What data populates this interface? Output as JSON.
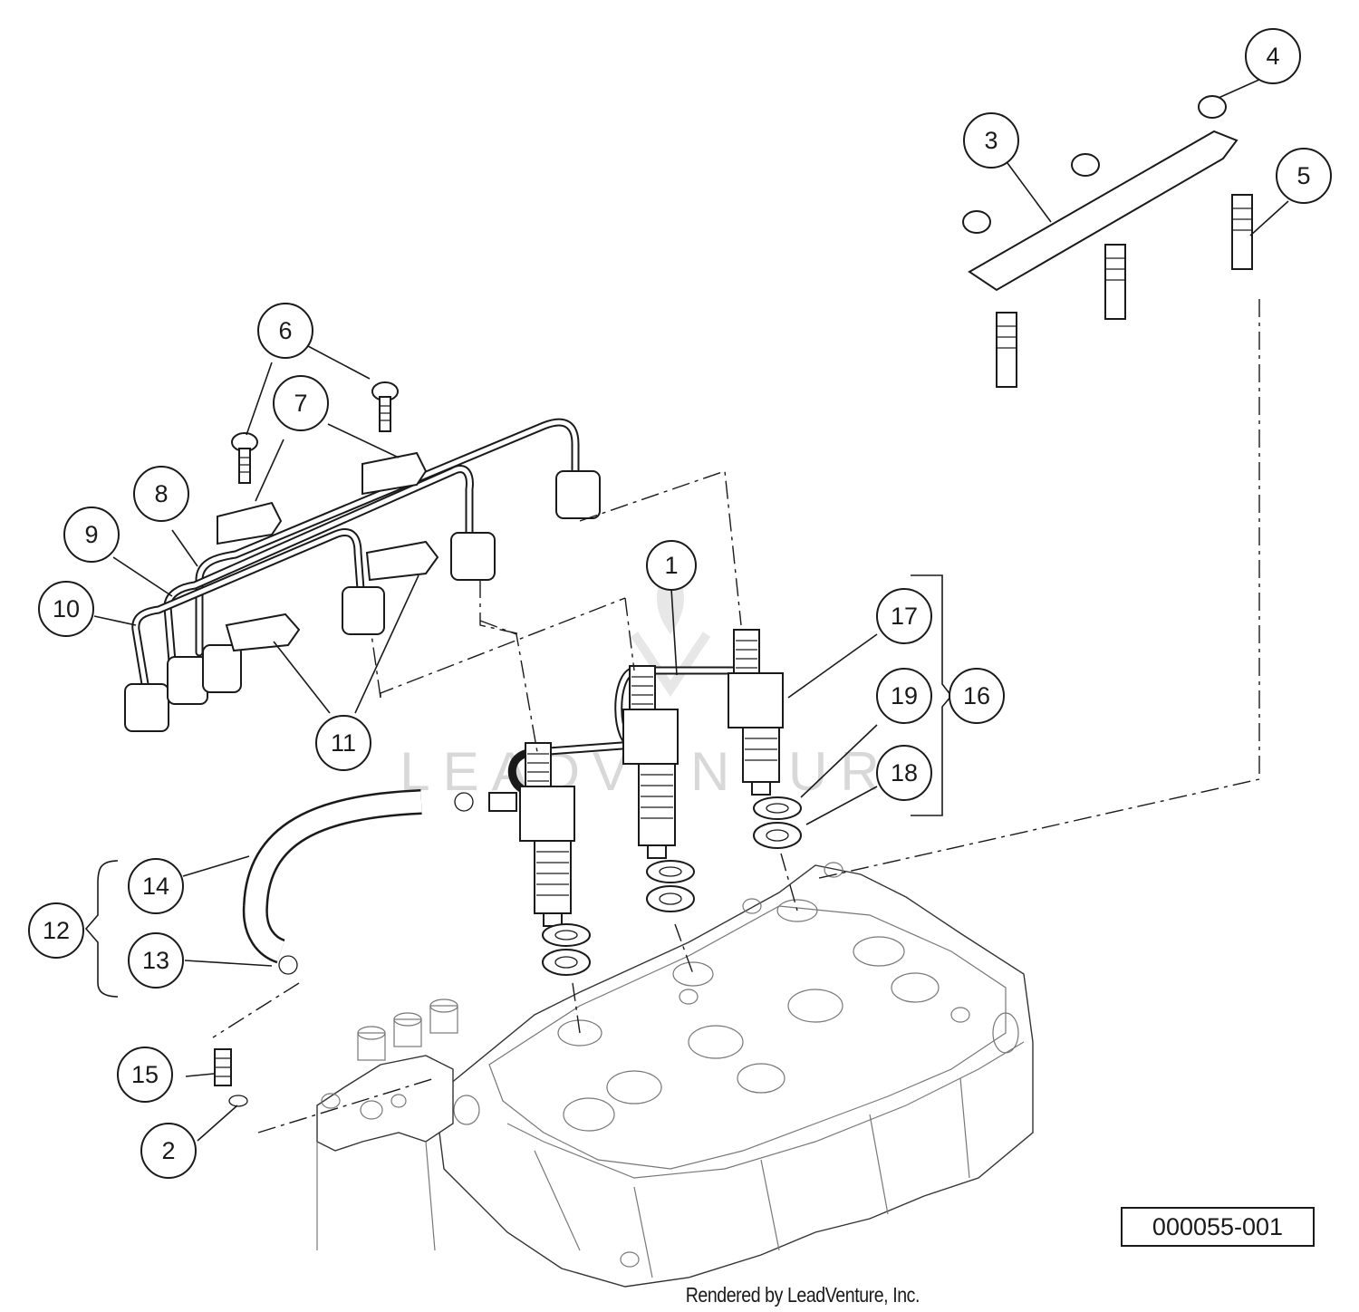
{
  "diagram": {
    "callouts": [
      {
        "id": "c1",
        "label": "1"
      },
      {
        "id": "c2",
        "label": "2"
      },
      {
        "id": "c3",
        "label": "3"
      },
      {
        "id": "c4",
        "label": "4"
      },
      {
        "id": "c5",
        "label": "5"
      },
      {
        "id": "c6",
        "label": "6"
      },
      {
        "id": "c7",
        "label": "7"
      },
      {
        "id": "c8",
        "label": "8"
      },
      {
        "id": "c9",
        "label": "9"
      },
      {
        "id": "c10",
        "label": "10"
      },
      {
        "id": "c11",
        "label": "11"
      },
      {
        "id": "c12",
        "label": "12"
      },
      {
        "id": "c13",
        "label": "13"
      },
      {
        "id": "c14",
        "label": "14"
      },
      {
        "id": "c15",
        "label": "15"
      },
      {
        "id": "c16",
        "label": "16"
      },
      {
        "id": "c17",
        "label": "17"
      },
      {
        "id": "c18",
        "label": "18"
      },
      {
        "id": "c19",
        "label": "19"
      }
    ],
    "figure_id": "000055-001",
    "watermark_text": "LEADVENTURE",
    "credit": "Rendered by LeadVenture, Inc.",
    "colors": {
      "line": "#1a1a1a",
      "background": "#ffffff",
      "watermark": "#d8d8d8"
    }
  }
}
